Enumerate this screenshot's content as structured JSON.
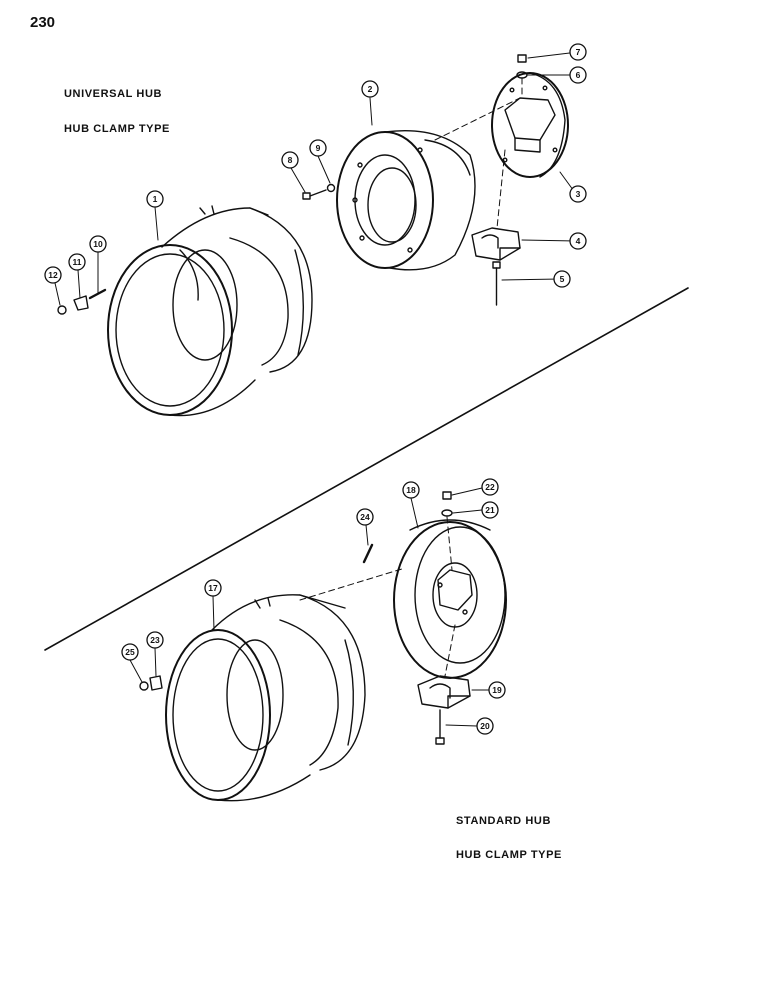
{
  "page_number": "230",
  "upper": {
    "title": "UNIVERSAL HUB",
    "subtitle": "HUB CLAMP TYPE"
  },
  "lower": {
    "title": "STANDARD HUB",
    "subtitle": "HUB CLAMP TYPE"
  },
  "callouts": {
    "c1": "1",
    "c2": "2",
    "c3": "3",
    "c4": "4",
    "c5": "5",
    "c6": "6",
    "c7": "7",
    "c8": "8",
    "c9": "9",
    "c10": "10",
    "c11": "11",
    "c12": "12",
    "c17": "17",
    "c18": "18",
    "c19": "19",
    "c20": "20",
    "c21": "21",
    "c22": "22",
    "c23": "23",
    "c24": "24",
    "c25": "25"
  }
}
